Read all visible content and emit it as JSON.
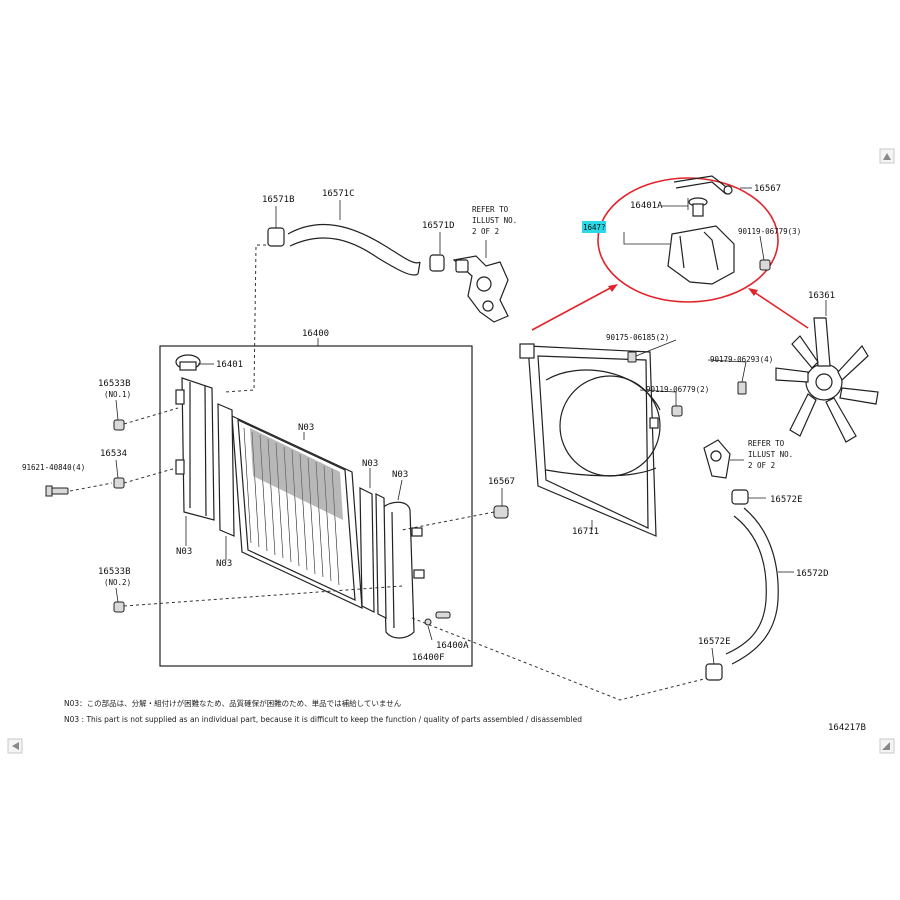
{
  "labels": {
    "p16571B": "16571B",
    "p16571C": "16571C",
    "p16571D": "16571D",
    "refer_top_1": "REFER TO",
    "refer_top_2": "ILLUST NO.",
    "refer_top_3": "2 OF 2",
    "p16400": "16400",
    "p16401": "16401",
    "p16533B_top": "16533B",
    "no1": "(NO.1)",
    "p91621": "91621-40840(4)",
    "p16534": "16534",
    "p16533B_bot": "16533B",
    "no2": "(NO.2)",
    "n03_a": "N03",
    "n03_b": "N03",
    "n03_c": "N03",
    "n03_d": "N03",
    "n03_e": "N03",
    "p16567_mid": "16567",
    "p16400A": "16400A",
    "p16400F": "16400F",
    "p16567_top": "16567",
    "p16401A": "16401A",
    "p1647x": "1647?",
    "p90119_top": "90119-06779(3)",
    "p16361": "16361",
    "p90175": "90175-06185(2)",
    "p90179": "90179-06293(4)",
    "p90119_mid": "90119-06779(2)",
    "refer_mid_1": "REFER TO",
    "refer_mid_2": "ILLUST NO.",
    "refer_mid_3": "2 OF 2",
    "p16572E_top": "16572E",
    "p16711": "16711",
    "p16572D": "16572D",
    "p16572E_bot": "16572E",
    "note_jp": "N03：この部品は、分解・組付けが困難なため、品質確保が困難のため、単品では補給していません",
    "note_en": "N03 : This part is not supplied as an individual part, because it is difficult to keep the function / quality of parts assembled / disassembled",
    "code": "164217B"
  },
  "colors": {
    "highlight": "#2ad8e6",
    "callout": "#e0242a",
    "line": "#222222"
  }
}
